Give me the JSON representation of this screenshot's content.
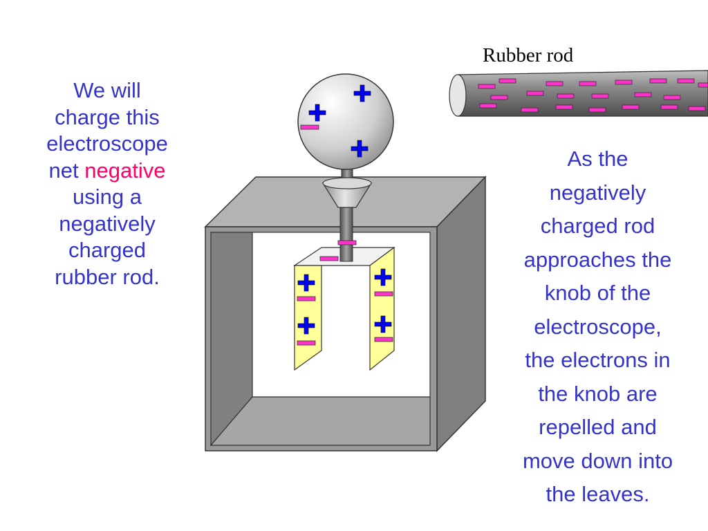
{
  "left_text": {
    "line1": "We will",
    "line2": "charge this",
    "line3": "electroscope",
    "line4_prefix": "net",
    "line4_highlight": "negative",
    "line5": "using a",
    "line6": "negatively",
    "line7": "charged",
    "line8": "rubber rod."
  },
  "right_text": {
    "lines": [
      "As the",
      "negatively",
      "charged rod",
      "approaches the",
      "knob of the",
      "electroscope,",
      "the electrons in",
      "the knob are",
      "repelled and",
      "move down into",
      "the leaves."
    ]
  },
  "rod_label": "Rubber rod",
  "colors": {
    "text_blue": "#3333cc",
    "highlight_pink": "#ff0066",
    "minus_magenta": "#ff33cc",
    "plus_blue": "#0000ff",
    "leaf_yellow": "#ffff99",
    "box_gray": "#999999"
  }
}
